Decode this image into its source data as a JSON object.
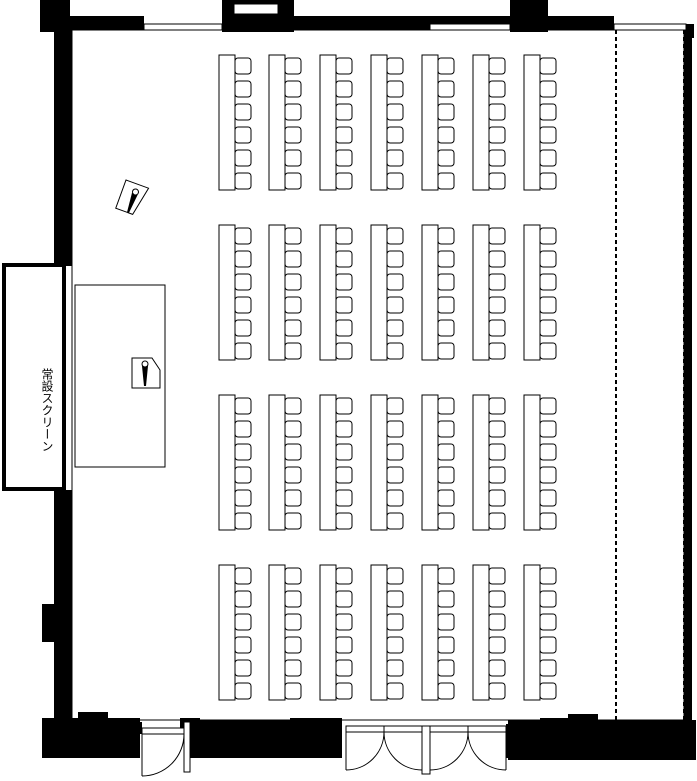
{
  "screen": {
    "label": "常設スクリーン"
  },
  "seating": {
    "blocks": 4,
    "columns_per_block": 7,
    "chairs_per_table": 6
  },
  "colors": {
    "wall": "#000000",
    "line": "#000000",
    "background": "#ffffff"
  }
}
